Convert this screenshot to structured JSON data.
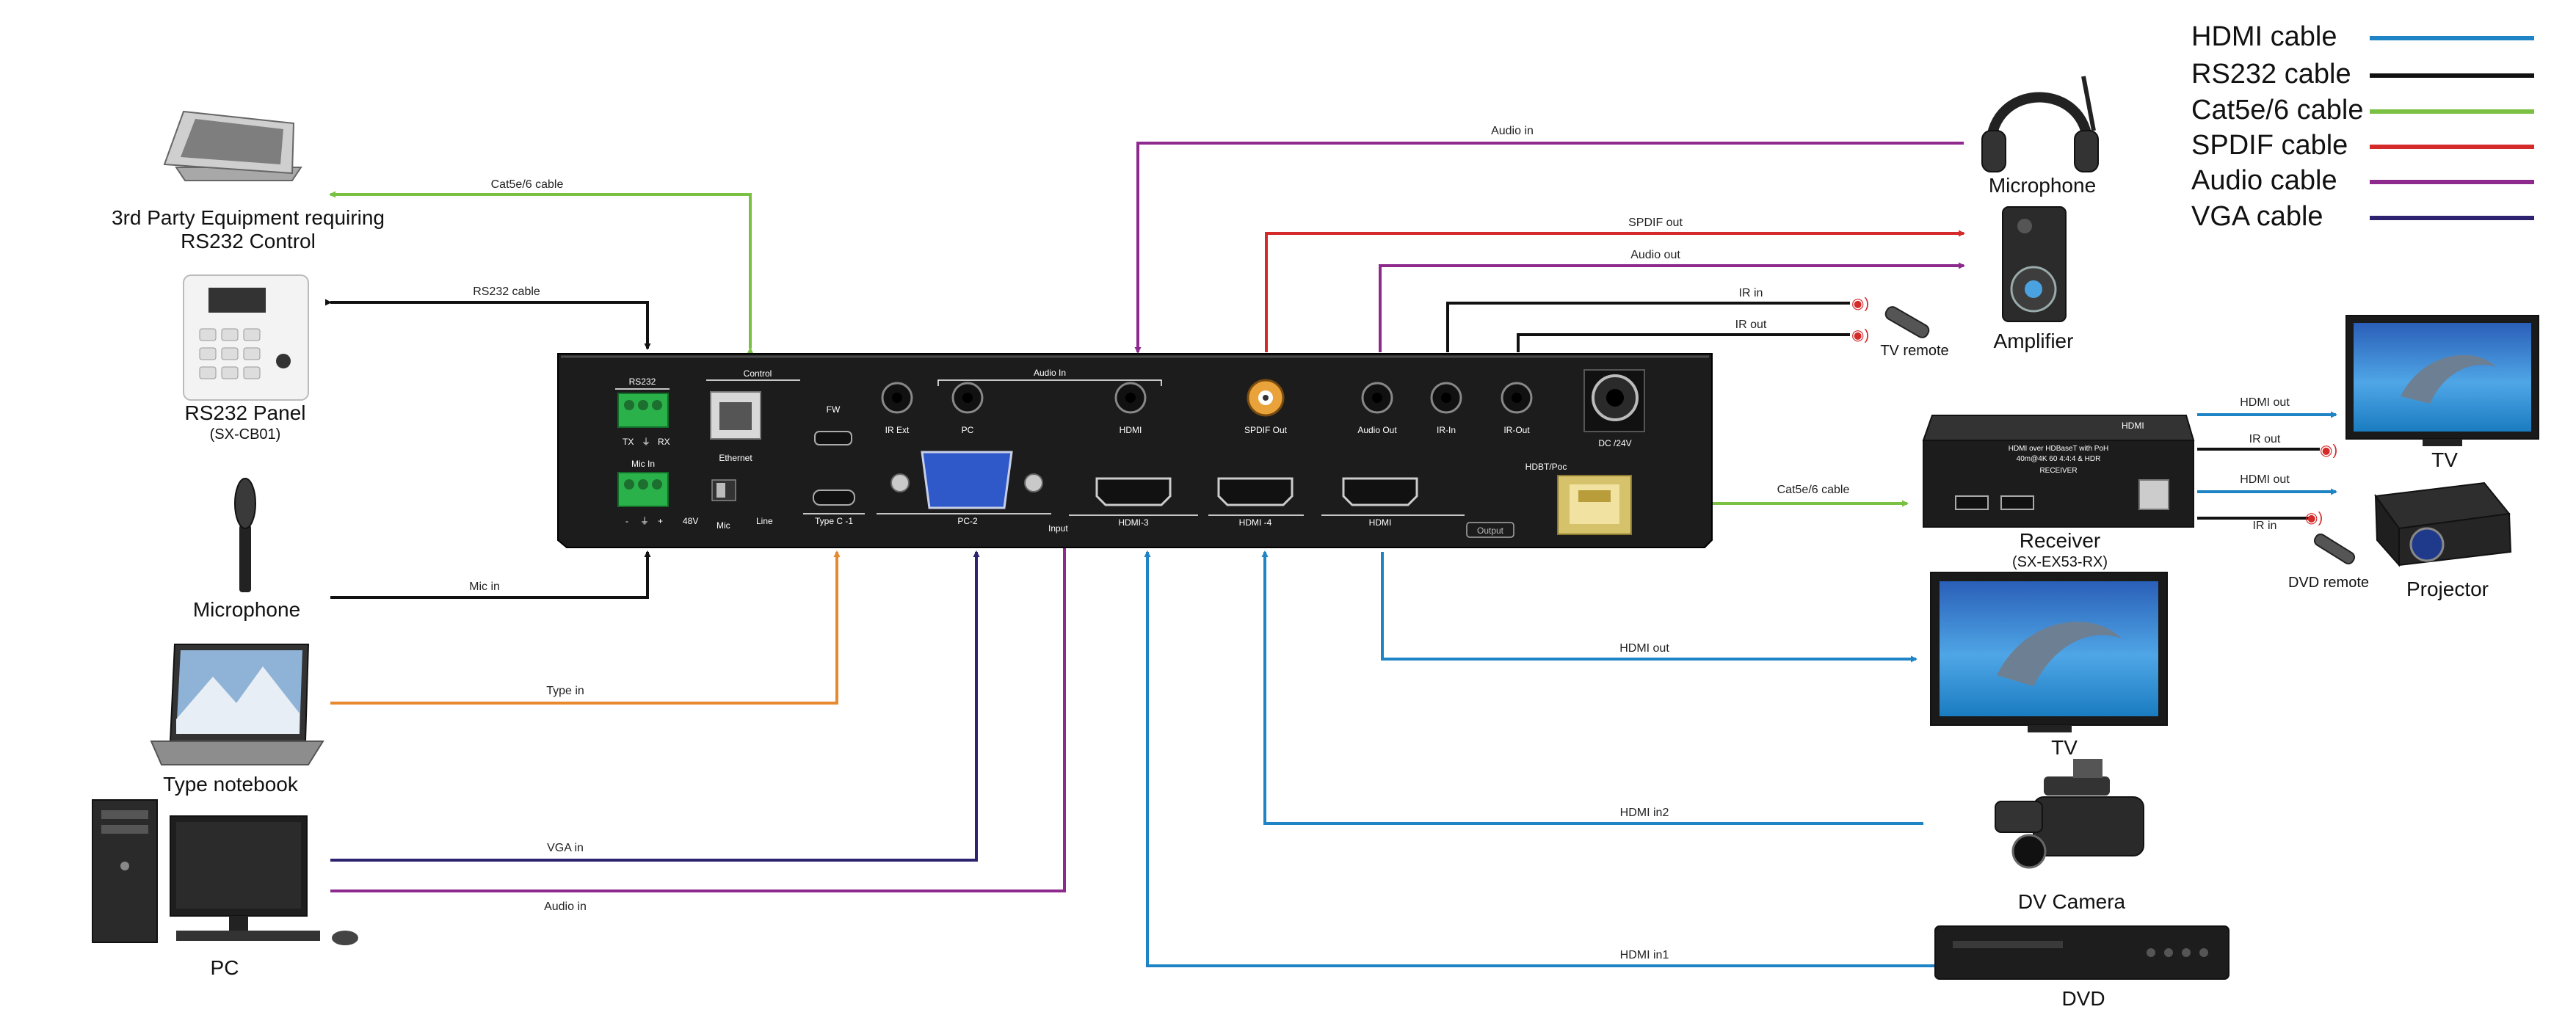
{
  "legend": [
    {
      "label": "HDMI cable",
      "color": "#1f84c6"
    },
    {
      "label": "RS232 cable",
      "color": "#111111"
    },
    {
      "label": "Cat5e/6 cable",
      "color": "#7ac143"
    },
    {
      "label": "SPDIF cable",
      "color": "#d42a2a"
    },
    {
      "label": "Audio cable",
      "color": "#8e2a8e"
    },
    {
      "label": "VGA cable",
      "color": "#2c2270"
    }
  ],
  "devices": {
    "third_party": "3rd Party Equipment requiring",
    "third_party_2": "RS232 Control",
    "rs232_panel": "RS232 Panel",
    "rs232_panel_model": "(SX-CB01)",
    "mic_left": "Microphone",
    "notebook": "Type notebook",
    "pc": "PC",
    "mic_right": "Microphone",
    "amplifier": "Amplifier",
    "tv_remote": "TV remote",
    "receiver": "Receiver",
    "receiver_model": "(SX-EX53-RX)",
    "tv_top": "TV",
    "projector": "Projector",
    "dvd_remote": "DVD remote",
    "tv_mid": "TV",
    "dv_camera": "DV Camera",
    "dvd": "DVD"
  },
  "cables": {
    "cat5_left": "Cat5e/6 cable",
    "rs232": "RS232 cable",
    "mic_in": "Mic in",
    "type_in": "Type in",
    "vga_in": "VGA in",
    "audio_in_pc": "Audio in",
    "audio_in_top": "Audio in",
    "spdif_out": "SPDIF out",
    "audio_out": "Audio out",
    "ir_in": "IR in",
    "ir_out": "IR out",
    "cat5_right": "Cat5e/6 cable",
    "hdmi_out_main": "HDMI out",
    "hdmi_in2": "HDMI in2",
    "hdmi_in1": "HDMI in1",
    "rx_hdmi_out_1": "HDMI out",
    "rx_ir_out": "IR out",
    "rx_hdmi_out_2": "HDMI out",
    "rx_ir_in": "IR in"
  },
  "panel": {
    "rs232": "RS232",
    "tx": "TX",
    "rx": "RX",
    "mic_in": "Mic In",
    "minus": "-",
    "plus": "+",
    "v48": "48V",
    "mic": "Mic",
    "line": "Line",
    "control": "Control",
    "ethernet": "Ethernet",
    "fw": "FW",
    "typec": "Type C -1",
    "ir_ext": "IR Ext",
    "pc": "PC",
    "pc2": "PC-2",
    "audio_in": "Audio In",
    "input": "Input",
    "hdmi_top": "HDMI",
    "spdif_out": "SPDIF Out",
    "audio_out": "Audio Out",
    "ir_in": "IR-In",
    "ir_out": "IR-Out",
    "dc": "DC /24V",
    "hdmi3": "HDMI-3",
    "hdmi4": "HDMI -4",
    "hdmi_out": "HDMI",
    "output": "Output",
    "hdbt": "HDBT/Poc"
  },
  "receiver_panel": {
    "brand": "HDMI",
    "line1": "HDMI over HDBaseT with PoH",
    "line2": "40m@4K 60 4:4:4 & HDR",
    "tag": "RECEIVER"
  }
}
